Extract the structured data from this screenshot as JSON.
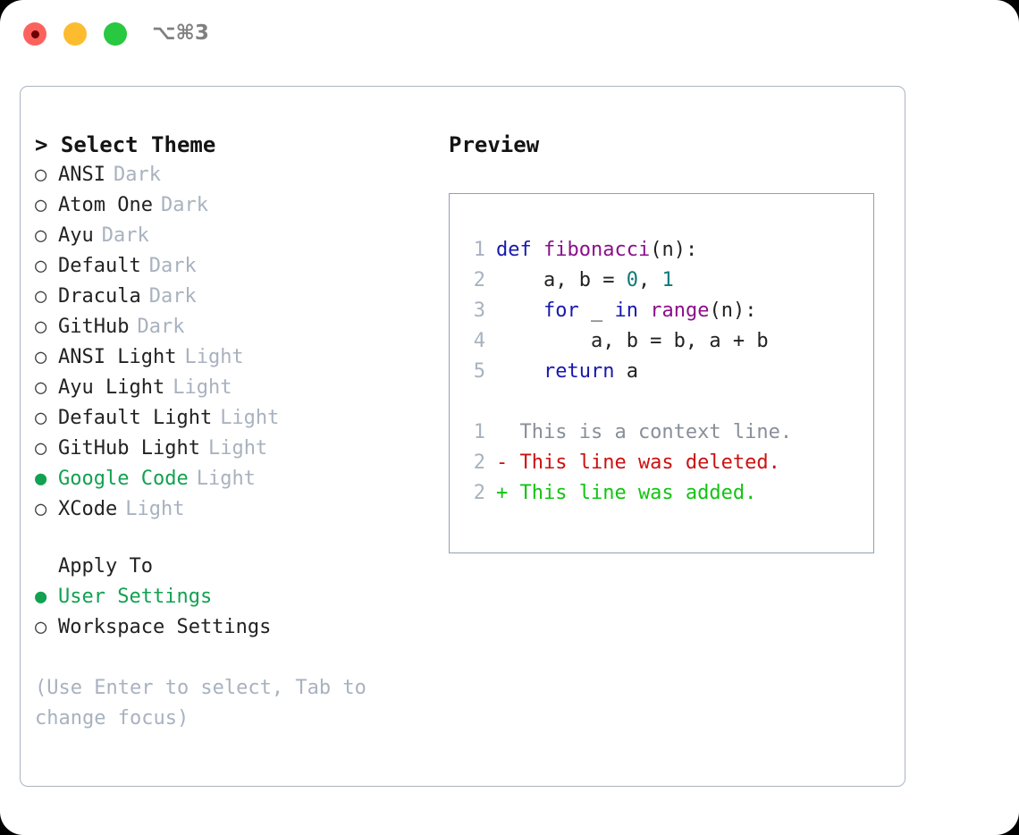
{
  "titlebar": {
    "shortcut": "⌥⌘3",
    "lights": [
      {
        "name": "close",
        "color": "#fc625d"
      },
      {
        "name": "minimize",
        "color": "#fdbc2f"
      },
      {
        "name": "maximize",
        "color": "#28c840"
      }
    ]
  },
  "left": {
    "heading": "> Select Theme",
    "markers": {
      "selected": "●",
      "unselected": "○"
    },
    "themes": [
      {
        "label": "ANSI",
        "tag": "Dark",
        "selected": false
      },
      {
        "label": "Atom One",
        "tag": "Dark",
        "selected": false
      },
      {
        "label": "Ayu",
        "tag": "Dark",
        "selected": false
      },
      {
        "label": "Default",
        "tag": "Dark",
        "selected": false
      },
      {
        "label": "Dracula",
        "tag": "Dark",
        "selected": false
      },
      {
        "label": "GitHub",
        "tag": "Dark",
        "selected": false
      },
      {
        "label": "ANSI Light",
        "tag": "Light",
        "selected": false
      },
      {
        "label": "Ayu Light",
        "tag": "Light",
        "selected": false
      },
      {
        "label": "Default Light",
        "tag": "Light",
        "selected": false
      },
      {
        "label": "GitHub Light",
        "tag": "Light",
        "selected": false
      },
      {
        "label": "Google Code",
        "tag": "Light",
        "selected": true
      },
      {
        "label": "XCode",
        "tag": "Light",
        "selected": false
      }
    ],
    "apply_to_heading": "Apply To",
    "apply_to": [
      {
        "label": "User Settings",
        "selected": true
      },
      {
        "label": "Workspace Settings",
        "selected": false
      }
    ],
    "hint": "(Use Enter to select, Tab to change focus)"
  },
  "right": {
    "heading": "Preview",
    "code_lines": [
      {
        "num": "1",
        "tokens": [
          {
            "t": "def ",
            "c": "kw"
          },
          {
            "t": "fibonacci",
            "c": "fn"
          },
          {
            "t": "(n):",
            "c": "plain"
          }
        ]
      },
      {
        "num": "2",
        "tokens": [
          {
            "t": "    a, b = ",
            "c": "plain"
          },
          {
            "t": "0",
            "c": "num"
          },
          {
            "t": ", ",
            "c": "plain"
          },
          {
            "t": "1",
            "c": "num"
          }
        ]
      },
      {
        "num": "3",
        "tokens": [
          {
            "t": "    ",
            "c": "plain"
          },
          {
            "t": "for",
            "c": "kw"
          },
          {
            "t": " _ ",
            "c": "plain"
          },
          {
            "t": "in",
            "c": "kw"
          },
          {
            "t": " ",
            "c": "plain"
          },
          {
            "t": "range",
            "c": "fn"
          },
          {
            "t": "(n):",
            "c": "plain"
          }
        ]
      },
      {
        "num": "4",
        "tokens": [
          {
            "t": "        a, b = b, a + b",
            "c": "plain"
          }
        ]
      },
      {
        "num": "5",
        "tokens": [
          {
            "t": "    ",
            "c": "plain"
          },
          {
            "t": "return",
            "c": "kw"
          },
          {
            "t": " a",
            "c": "plain"
          }
        ]
      }
    ],
    "diff_lines": [
      {
        "num": "1",
        "sign": "  ",
        "text": "This is a context line.",
        "kind": "ctx"
      },
      {
        "num": "2",
        "sign": "- ",
        "text": "This line was deleted.",
        "kind": "del"
      },
      {
        "num": "2",
        "sign": "+ ",
        "text": "This line was added.",
        "kind": "add"
      }
    ]
  },
  "colors": {
    "accent_green": "#12a150",
    "muted": "#a8b2bf",
    "keyword": "#1818b0",
    "function": "#8b0f8b",
    "number": "#0d7a78",
    "diff_delete": "#cc1111",
    "diff_add": "#12c412",
    "panel_border": "#aab4c0"
  }
}
